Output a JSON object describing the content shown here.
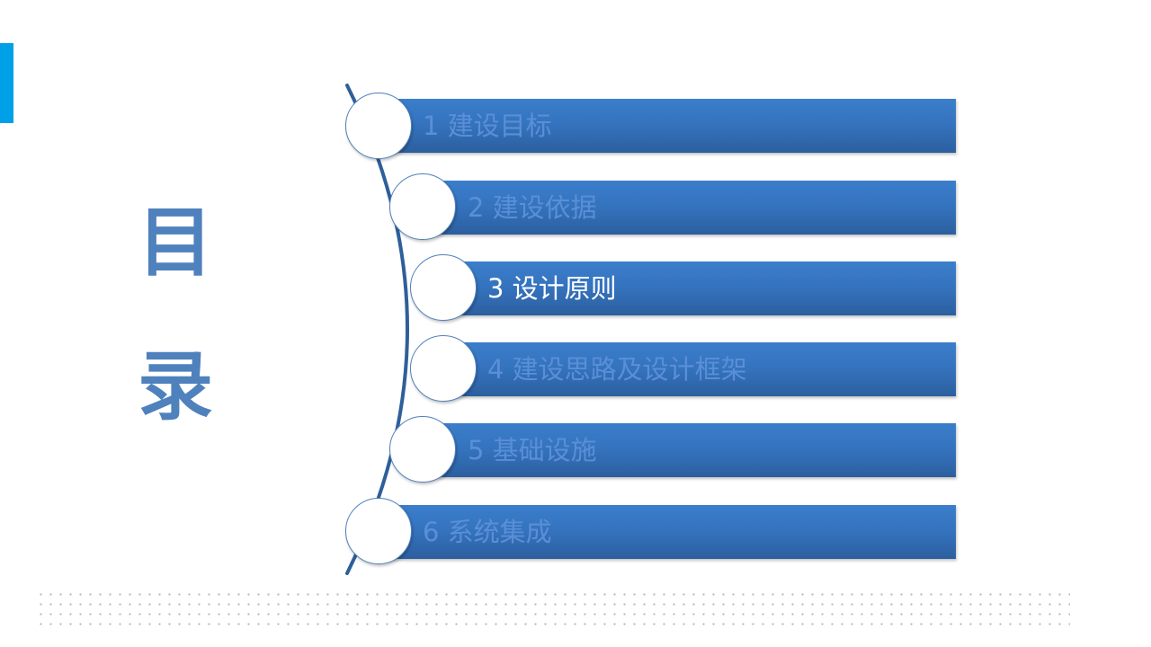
{
  "slide": {
    "title_chars": [
      "目",
      "录"
    ],
    "accent_color": "#00a0e9",
    "title_color": "#4f81bd"
  },
  "toc": {
    "items": [
      {
        "label": "1 建设目标",
        "active": false
      },
      {
        "label": "2 建设依据",
        "active": false
      },
      {
        "label": "3 设计原则",
        "active": true
      },
      {
        "label": "4 建设思路及设计框架",
        "active": false
      },
      {
        "label": "5 基础设施",
        "active": false
      },
      {
        "label": "6 系统集成",
        "active": false
      }
    ],
    "bar_color": "#3472bd",
    "inactive_text_color": "#5a8fd6",
    "active_text_color": "#ffffff"
  }
}
